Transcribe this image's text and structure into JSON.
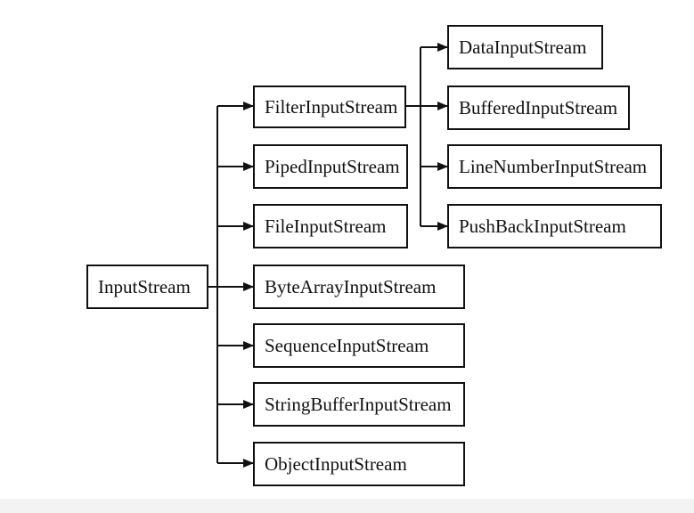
{
  "diagram": {
    "root": {
      "label": "InputStream"
    },
    "level1": [
      {
        "label": "FilterInputStream"
      },
      {
        "label": "PipedInputStream"
      },
      {
        "label": "FileInputStream"
      },
      {
        "label": "ByteArrayInputStream"
      },
      {
        "label": "SequenceInputStream"
      },
      {
        "label": "StringBufferInputStream"
      },
      {
        "label": "ObjectInputStream"
      }
    ],
    "filter_children": [
      {
        "label": "DataInputStream"
      },
      {
        "label": "BufferedInputStream"
      },
      {
        "label": "LineNumberInputStream"
      },
      {
        "label": "PushBackInputStream"
      }
    ]
  },
  "colors": {
    "line": "#111111",
    "box_border": "#111111",
    "background": "#ffffff"
  }
}
